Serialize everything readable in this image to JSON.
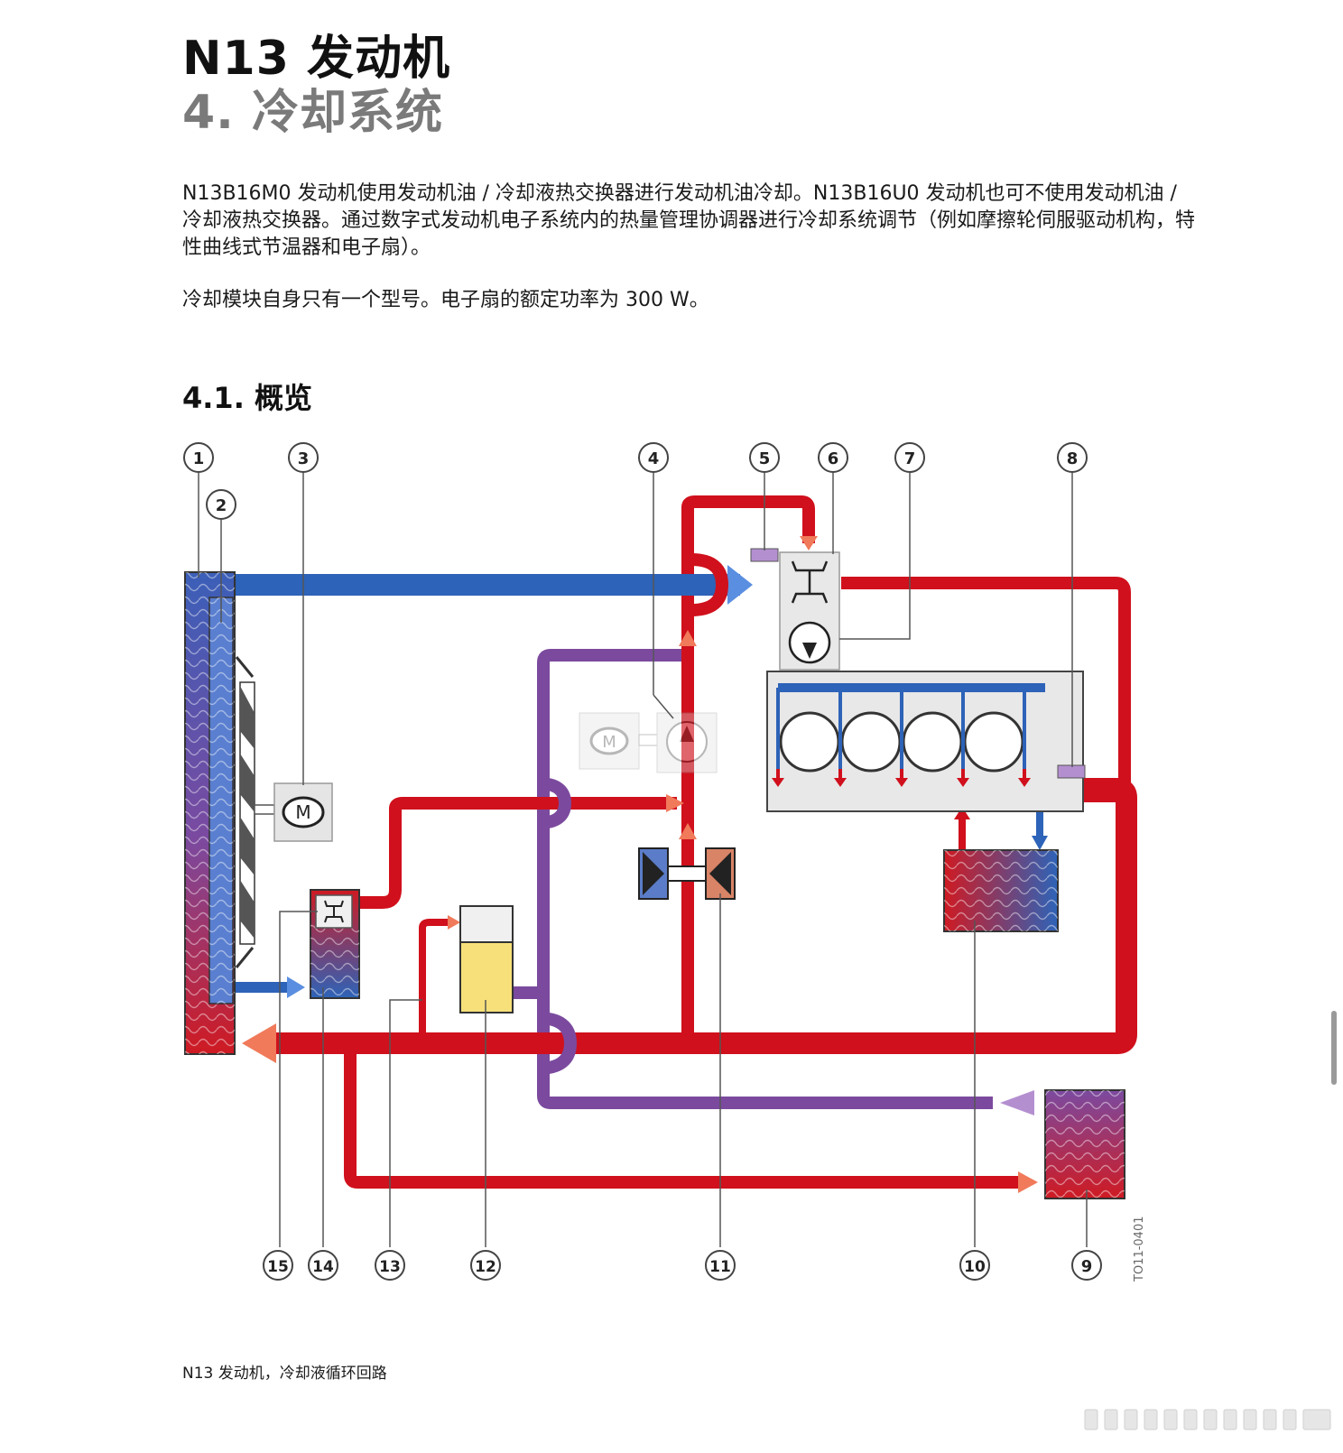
{
  "header": {
    "title": "N13 发动机",
    "subtitle": "4. 冷却系统"
  },
  "body": {
    "paragraph1": "N13B16M0 发动机使用发动机油 / 冷却液热交换器进行发动机油冷却。N13B16U0 发动机也可不使用发动机油 / 冷却液热交换器。通过数字式发动机电子系统内的热量管理协调器进行冷却系统调节（例如摩擦轮伺服驱动机构，特性曲线式节温器和电子扇）。",
    "paragraph2": "冷却模块自身只有一个型号。电子扇的额定功率为 300 W。"
  },
  "section": {
    "heading": "4.1. 概览"
  },
  "diagram": {
    "callouts": [
      "1",
      "2",
      "3",
      "4",
      "5",
      "6",
      "7",
      "8",
      "9",
      "10",
      "11",
      "12",
      "13",
      "14",
      "15"
    ],
    "motor_label": "M",
    "image_code": "TO11-0401",
    "colors": {
      "hot": "#d0101c",
      "cold": "#2d63b8",
      "return": "#7b4a9e",
      "coolant_tank": "#f7e07a"
    }
  },
  "caption": "N13 发动机，冷却液循环回路"
}
